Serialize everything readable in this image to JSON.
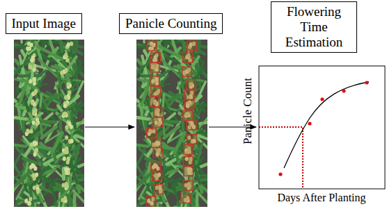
{
  "diagram": {
    "nodes": [
      {
        "text": [
          "Input Image"
        ]
      },
      {
        "text": [
          "Panicle Counting"
        ]
      },
      {
        "text": [
          "Flowering Time Estimation"
        ]
      }
    ],
    "labels": [
      "Panicle Count",
      "Days After Planting"
    ]
  }
}
